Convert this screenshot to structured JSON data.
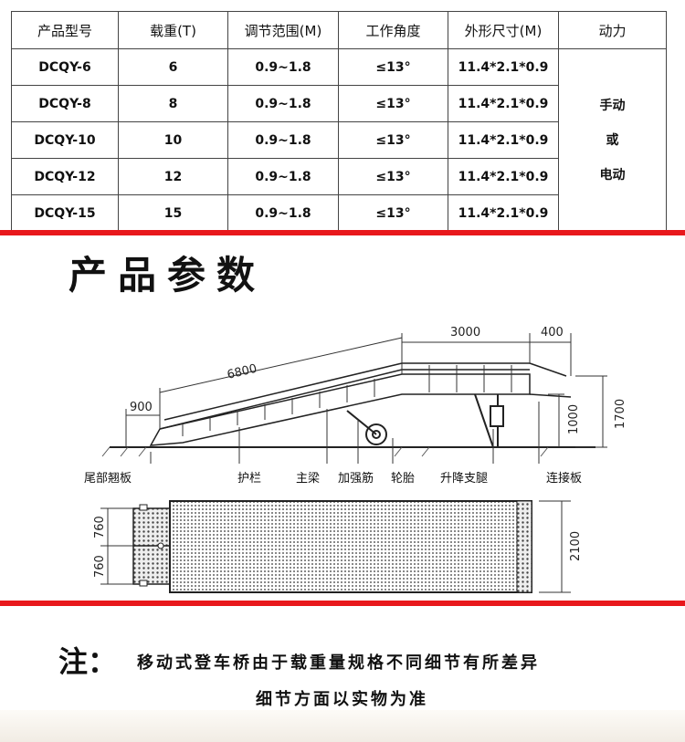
{
  "table": {
    "headers": [
      "产品型号",
      "载重(T)",
      "调节范围(M)",
      "工作角度",
      "外形尺寸(M)",
      "动力"
    ],
    "rows": [
      [
        "DCQY-6",
        "6",
        "0.9~1.8",
        "≤13°",
        "11.4*2.1*0.9"
      ],
      [
        "DCQY-8",
        "8",
        "0.9~1.8",
        "≤13°",
        "11.4*2.1*0.9"
      ],
      [
        "DCQY-10",
        "10",
        "0.9~1.8",
        "≤13°",
        "11.4*2.1*0.9"
      ],
      [
        "DCQY-12",
        "12",
        "0.9~1.8",
        "≤13°",
        "11.4*2.1*0.9"
      ],
      [
        "DCQY-15",
        "15",
        "0.9~1.8",
        "≤13°",
        "11.4*2.1*0.9"
      ]
    ],
    "power": [
      "手动",
      "或",
      "电动"
    ]
  },
  "section_title": "产品参数",
  "diagram": {
    "dims": {
      "length_ramp": "6800",
      "length_platform": "3000",
      "length_connector": "400",
      "length_tail": "900",
      "height_total": "1700",
      "height_platform": "1000",
      "width_total": "2100",
      "width_track_top": "760",
      "width_track_bottom": "760"
    },
    "parts": [
      "尾部翘板",
      "护栏",
      "主梁",
      "加强筋",
      "轮胎",
      "升降支腿",
      "连接板"
    ]
  },
  "note": {
    "label": "注：",
    "line1": "移动式登车桥由于载重量规格不同细节有所差异",
    "line2": "细节方面以实物为准"
  },
  "colors": {
    "accent_red": "#e8181c"
  }
}
